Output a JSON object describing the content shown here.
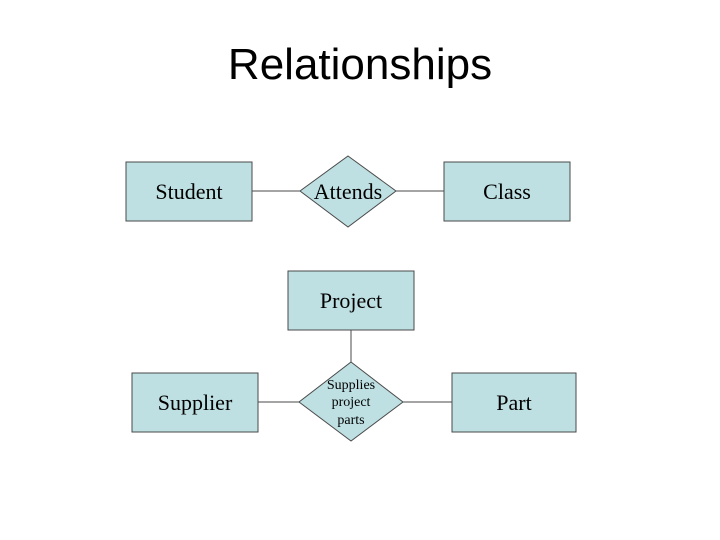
{
  "title": "Relationships",
  "colors": {
    "shape_fill": "#bfe0e2",
    "shape_stroke": "#4a4a4a",
    "line": "#4a4a4a"
  },
  "diagram": {
    "student": "Student",
    "attends": "Attends",
    "class": "Class",
    "project": "Project",
    "supplier": "Supplier",
    "supplies_line1": "Supplies",
    "supplies_line2": "project",
    "supplies_line3": "parts",
    "part": "Part"
  }
}
